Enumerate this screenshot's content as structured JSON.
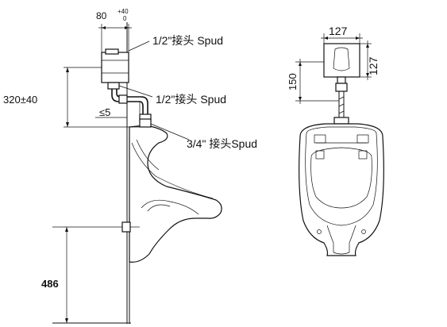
{
  "labels": {
    "top_width": "80",
    "top_tolerance_plus": "+40",
    "top_tolerance_zero": "0",
    "spud_inlet": "1/2\"接头 Spud",
    "spud_outlet": "1/2\"接头 Spud",
    "spud_urinal": "3/4\" 接头Spud",
    "valve_height": "320±40",
    "wall_gap": "≤5",
    "outlet_height": "486",
    "plate_width": "127",
    "plate_height": "127",
    "plate_offset": "150"
  }
}
